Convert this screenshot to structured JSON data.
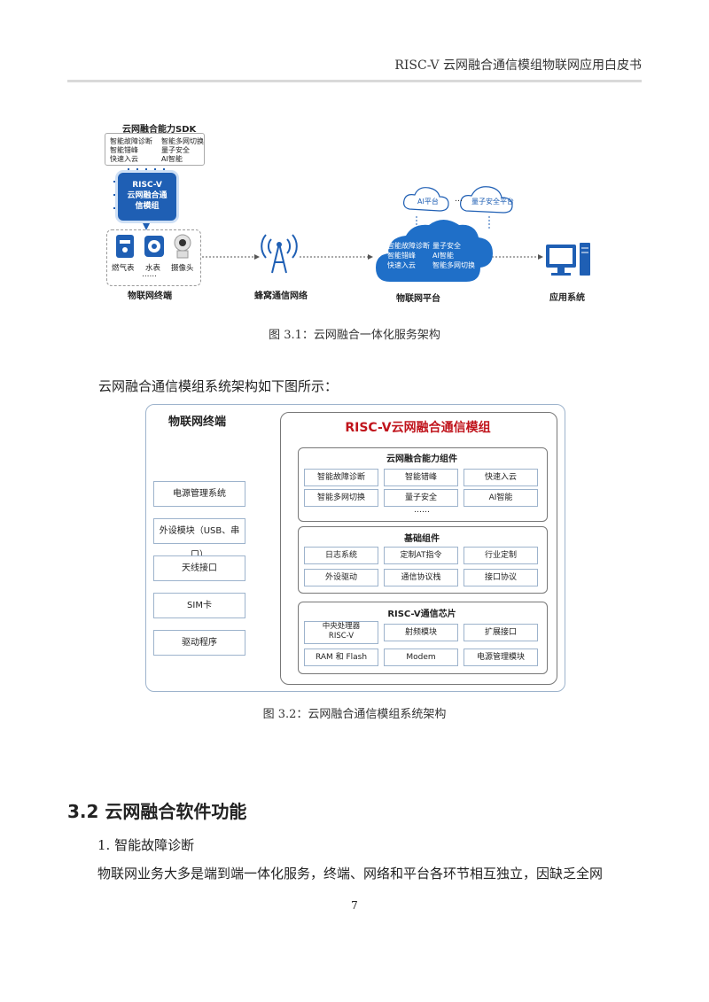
{
  "header": {
    "title": "RISC-V 云网融合通信模组物联网应用白皮书"
  },
  "figure1": {
    "sdk_title": "云网融合能力SDK",
    "sdk_items": [
      "智能故障诊断",
      "智能多网切换",
      "智能错峰",
      "量子安全",
      "快速入云",
      "AI智能"
    ],
    "chip_lines": [
      "RISC-V",
      "云网融合通",
      "信模组"
    ],
    "terminal_items": [
      "燃气表",
      "水表",
      "摄像头"
    ],
    "terminal_more": "……",
    "terminal_label": "物联网终端",
    "network_label": "蜂窝通信网络",
    "cloud_platforms": [
      "AI平台",
      "量子安全平台"
    ],
    "cloud_dots": "…",
    "cloud_items": [
      "智能故障诊断",
      "量子安全",
      "智能错峰",
      "AI智能",
      "快速入云",
      "智能多网切换"
    ],
    "platform_label": "物联网平台",
    "app_label": "应用系统",
    "caption": "图 3.1：云网融合一体化服务架构"
  },
  "intro": "云网融合通信模组系统架构如下图所示：",
  "figure2": {
    "left_title": "物联网终端",
    "left_items": [
      "电源管理系统",
      "外设模块（USB、串口）",
      "天线接口",
      "SIM卡",
      "驱动程序"
    ],
    "module_title": "RISC-V云网融合通信模组",
    "groups": [
      {
        "title": "云网融合能力组件",
        "cells": [
          "智能故障诊断",
          "智能错峰",
          "快速入云",
          "智能多网切换",
          "量子安全",
          "AI智能"
        ],
        "more": "……"
      },
      {
        "title": "基础组件",
        "cells": [
          "日志系统",
          "定制AT指令",
          "行业定制",
          "外设驱动",
          "通信协议栈",
          "接口协议"
        ]
      },
      {
        "title": "RISC-V通信芯片",
        "cells": [
          "中央处理器\nRISC-V",
          "射频模块",
          "扩展接口",
          "RAM 和 Flash",
          "Modem",
          "电源管理模块"
        ]
      }
    ],
    "caption": "图 3.2：云网融合通信模组系统架构"
  },
  "section": {
    "title": "3.2 云网融合软件功能"
  },
  "subsection": {
    "title": "1. 智能故障诊断"
  },
  "paragraph": "物联网业务大多是端到端一体化服务，终端、网络和平台各环节相互独立，因缺乏全网",
  "page_number": "7",
  "colors": {
    "accent_blue": "#1f5fb4",
    "module_red": "#c0141c",
    "border": "#9db3cc"
  }
}
